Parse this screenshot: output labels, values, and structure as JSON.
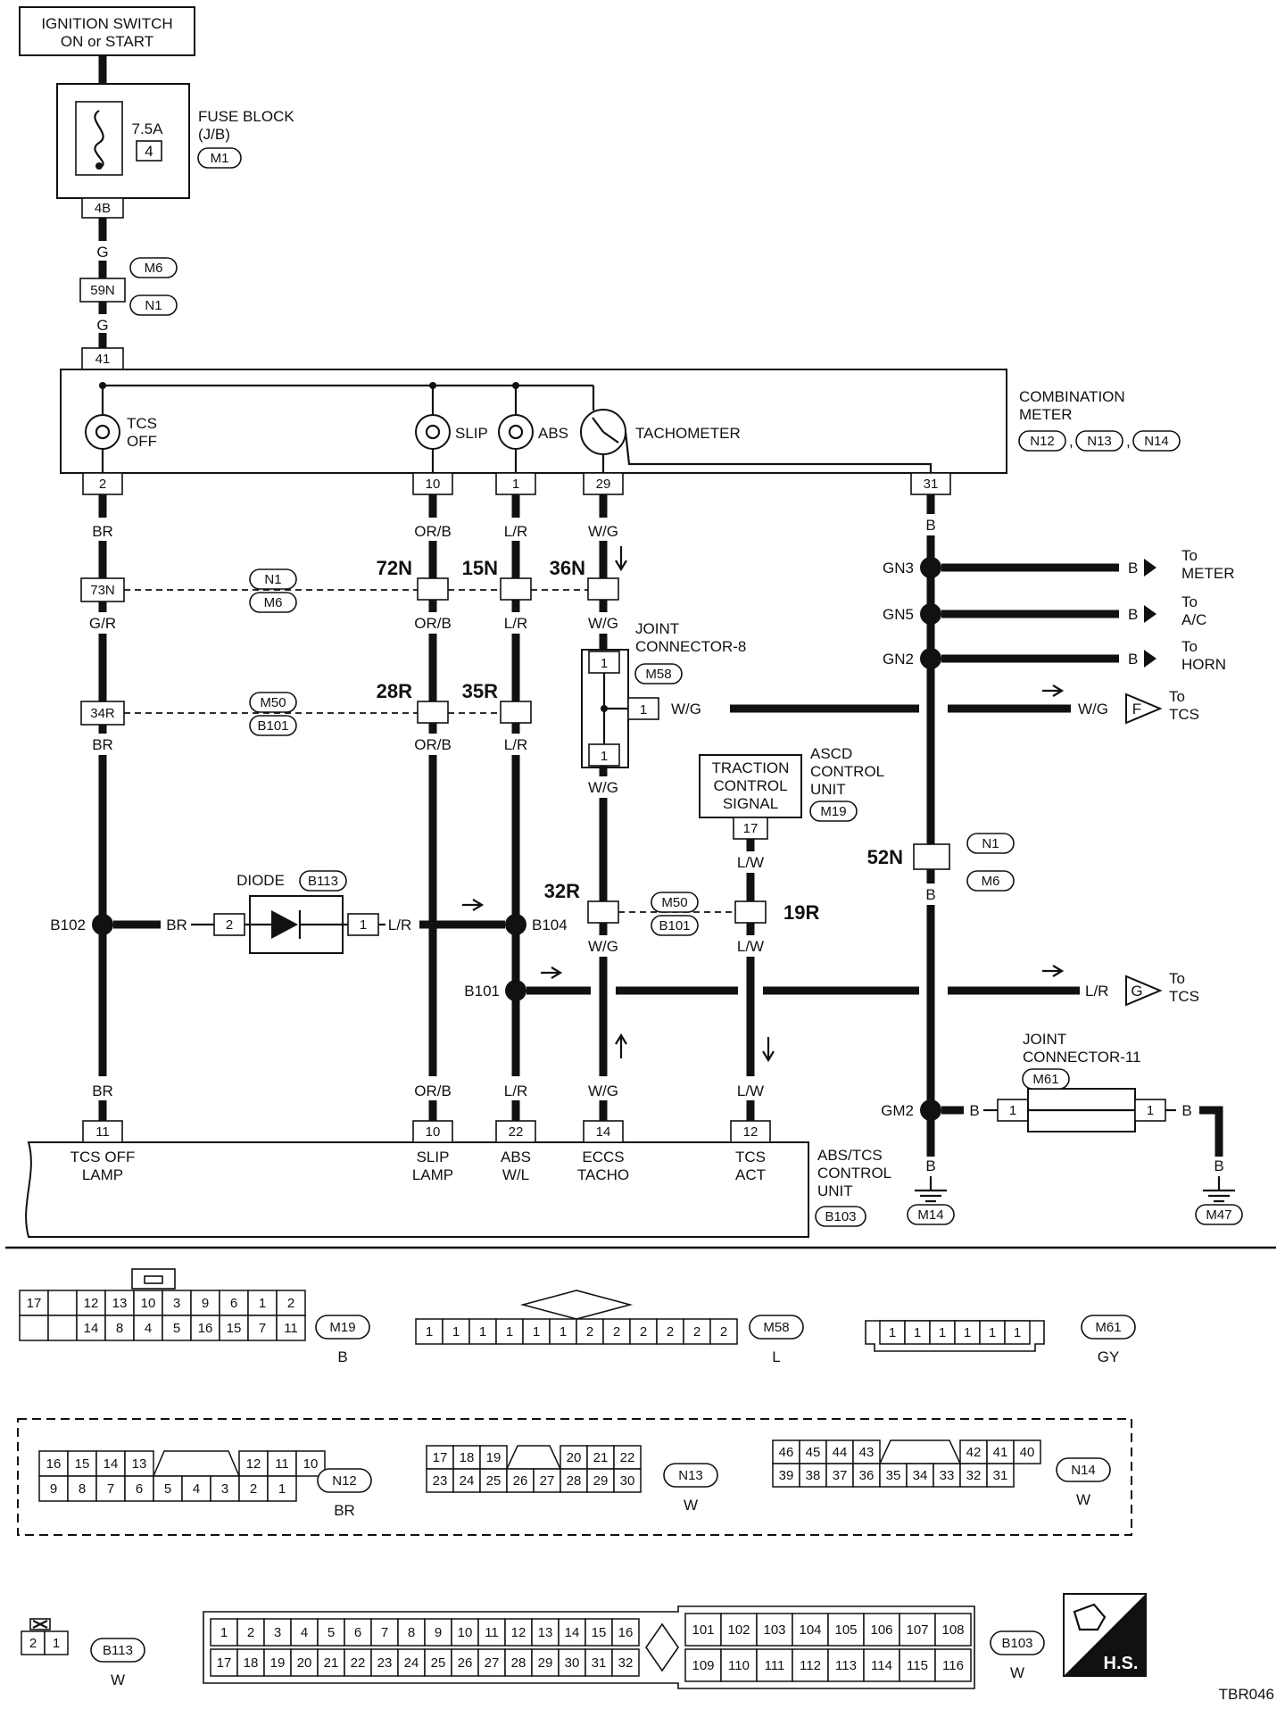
{
  "top": {
    "ignition_line1": "IGNITION SWITCH",
    "ignition_line2": "ON or START",
    "fuse_amp": "7.5A",
    "fuse_no": "4",
    "fuse_block_line1": "FUSE BLOCK",
    "fuse_block_line2": "(J/B)",
    "fuse_conn": "M1",
    "pin_4b": "4B",
    "wire_g1": "G",
    "conn_m6": "M6",
    "pin_59n": "59N",
    "conn_n1": "N1",
    "wire_g2": "G",
    "pin_41": "41"
  },
  "meter": {
    "tcs_line1": "TCS",
    "tcs_line2": "OFF",
    "slip": "SLIP",
    "abs": "ABS",
    "tacho": "TACHOMETER",
    "title_line1": "COMBINATION",
    "title_line2": "METER",
    "conn_a": "N12",
    "conn_b": "N13",
    "conn_c": "N14",
    "sep": ",",
    "pins": {
      "p2": "2",
      "p10": "10",
      "p1": "1",
      "p29": "29",
      "p31": "31"
    }
  },
  "wires": {
    "br1": "BR",
    "orb1": "OR/B",
    "lr1": "L/R",
    "wg1": "W/G",
    "b1": "B",
    "gr": "G/R",
    "orb2": "OR/B",
    "lr2": "L/R",
    "wg2": "W/G",
    "br2": "BR",
    "orb3": "OR/B",
    "lr3": "L/R",
    "wg3": "W/G",
    "br_diode": "BR",
    "lr_diode": "L/R",
    "wg4": "W/G",
    "lw1": "L/W",
    "lw2": "L/W",
    "br3": "BR",
    "orb4": "OR/B",
    "lr4": "L/R",
    "wg5": "W/G",
    "lw3": "L/W",
    "b2": "B",
    "b3": "B",
    "b_gm2a": "B",
    "b_gm2b": "B",
    "b_gm2c": "B",
    "b_m47": "B",
    "wg_tcs": "W/G",
    "lr_tcs": "L/R",
    "b_meter": "B",
    "b_ac": "B",
    "b_horn": "B"
  },
  "conns": {
    "c73n": "73N",
    "c34r": "34R",
    "n1": "N1",
    "m6": "M6",
    "m50": "M50",
    "b101": "B101",
    "c72n": "72N",
    "c15n": "15N",
    "c36n": "36N",
    "c28r": "28R",
    "c35r": "35R",
    "c32r": "32R",
    "c19r": "19R",
    "m50b": "M50",
    "b101b": "B101",
    "c52n": "52N",
    "n1b": "N1",
    "m6b": "M6"
  },
  "joint8": {
    "line1": "JOINT",
    "line2": "CONNECTOR-8",
    "conn": "M58",
    "pin_top": "1",
    "pin_right": "1",
    "pin_bottom": "1"
  },
  "joint11": {
    "line1": "JOINT",
    "line2": "CONNECTOR-11",
    "conn": "M61",
    "pin_left": "1",
    "pin_right": "1"
  },
  "ascd": {
    "box_line1": "TRACTION",
    "box_line2": "CONTROL",
    "box_line3": "SIGNAL",
    "label_line1": "ASCD",
    "label_line2": "CONTROL",
    "label_line3": "UNIT",
    "conn": "M19",
    "pin": "17"
  },
  "diode": {
    "label": "DIODE",
    "conn": "B113",
    "pin_left": "2",
    "pin_right": "1"
  },
  "junctions": {
    "gn3": "GN3",
    "gn5": "GN5",
    "gn2": "GN2",
    "b102": "B102",
    "b104": "B104",
    "b101": "B101",
    "gm2": "GM2"
  },
  "to": {
    "meter_to": "To",
    "meter": "METER",
    "ac_to": "To",
    "ac": "A/C",
    "horn_to": "To",
    "horn": "HORN",
    "tcsf_to": "To",
    "tcsf": "TCS",
    "f_tag": "F",
    "tcsg_to": "To",
    "tcsg": "TCS",
    "g_tag": "G"
  },
  "abs_unit": {
    "pins": {
      "p11": "11",
      "p10": "10",
      "p22": "22",
      "p14": "14",
      "p12": "12"
    },
    "l_tcs_a": "TCS OFF",
    "l_tcs_b": "LAMP",
    "l_slip_a": "SLIP",
    "l_slip_b": "LAMP",
    "l_abs_a": "ABS",
    "l_abs_b": "W/L",
    "l_eccs_a": "ECCS",
    "l_eccs_b": "TACHO",
    "l_act_a": "TCS",
    "l_act_b": "ACT",
    "title_line1": "ABS/TCS",
    "title_line2": "CONTROL",
    "title_line3": "UNIT",
    "conn": "B103"
  },
  "grounds": {
    "m14": "M14",
    "m47": "M47"
  },
  "connectors": {
    "m19": {
      "id": "M19",
      "color": "B",
      "row1": [
        "17",
        "",
        "12",
        "13",
        "10",
        "3",
        "9",
        "6",
        "1",
        "2"
      ],
      "row2": [
        "",
        "",
        "14",
        "8",
        "4",
        "5",
        "16",
        "15",
        "7",
        "11"
      ]
    },
    "m58": {
      "id": "M58",
      "color": "L",
      "pins": [
        "1",
        "1",
        "1",
        "1",
        "1",
        "1",
        "2",
        "2",
        "2",
        "2",
        "2",
        "2"
      ]
    },
    "m61": {
      "id": "M61",
      "color": "GY",
      "pins": [
        "1",
        "1",
        "1",
        "1",
        "1",
        "1"
      ]
    },
    "n12": {
      "id": "N12",
      "color": "BR",
      "row1_left": [
        "16",
        "15",
        "14",
        "13"
      ],
      "row1_right": [
        "12",
        "11",
        "10"
      ],
      "row2": [
        "9",
        "8",
        "7",
        "6",
        "5",
        "4",
        "3",
        "2",
        "1"
      ]
    },
    "n13": {
      "id": "N13",
      "color": "W",
      "row1_left": [
        "17",
        "18",
        "19"
      ],
      "row1_right": [
        "20",
        "21",
        "22"
      ],
      "row2": [
        "23",
        "24",
        "25",
        "26",
        "27",
        "28",
        "29",
        "30"
      ]
    },
    "n14": {
      "id": "N14",
      "color": "W",
      "row1_left": [
        "46",
        "45",
        "44",
        "43"
      ],
      "row1_right": [
        "42",
        "41",
        "40"
      ],
      "row2": [
        "39",
        "38",
        "37",
        "36",
        "35",
        "34",
        "33",
        "32",
        "31"
      ]
    },
    "b113": {
      "id": "B113",
      "color": "W",
      "pins": [
        "2",
        "1"
      ]
    },
    "b103": {
      "id": "B103",
      "color": "W",
      "left_row1": [
        "1",
        "2",
        "3",
        "4",
        "5",
        "6",
        "7",
        "8",
        "9",
        "10",
        "11",
        "12",
        "13",
        "14",
        "15",
        "16"
      ],
      "left_row2": [
        "17",
        "18",
        "19",
        "20",
        "21",
        "22",
        "23",
        "24",
        "25",
        "26",
        "27",
        "28",
        "29",
        "30",
        "31",
        "32"
      ],
      "right_row1": [
        "101",
        "102",
        "103",
        "104",
        "105",
        "106",
        "107",
        "108"
      ],
      "right_row2": [
        "109",
        "110",
        "111",
        "112",
        "113",
        "114",
        "115",
        "116"
      ]
    }
  },
  "hs_label": "H.S.",
  "figure_id": "TBR046"
}
